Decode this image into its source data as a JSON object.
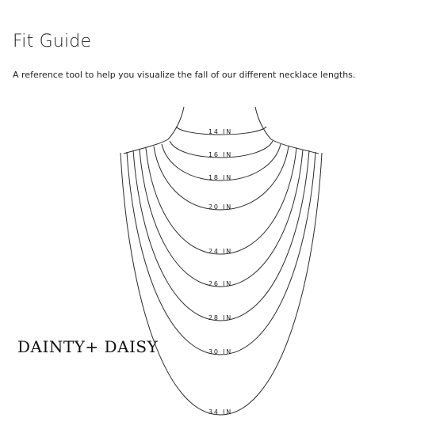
{
  "header": {
    "title": "Fit Guide",
    "subtitle": "A reference tool to help you visualize the fall of our different necklace lengths."
  },
  "brand": {
    "name": "DAINTY+ DAISY"
  },
  "necklaces": [
    {
      "label": "14 IN"
    },
    {
      "label": "16 IN"
    },
    {
      "label": "18 IN"
    },
    {
      "label": "20 IN"
    },
    {
      "label": "24 IN"
    },
    {
      "label": "26 IN"
    },
    {
      "label": "28 IN"
    },
    {
      "label": "30 IN"
    },
    {
      "label": "34 IN"
    }
  ],
  "colors": {
    "line": "#2a2a2a",
    "text": "#1a1a1a",
    "background": "#ffffff"
  }
}
